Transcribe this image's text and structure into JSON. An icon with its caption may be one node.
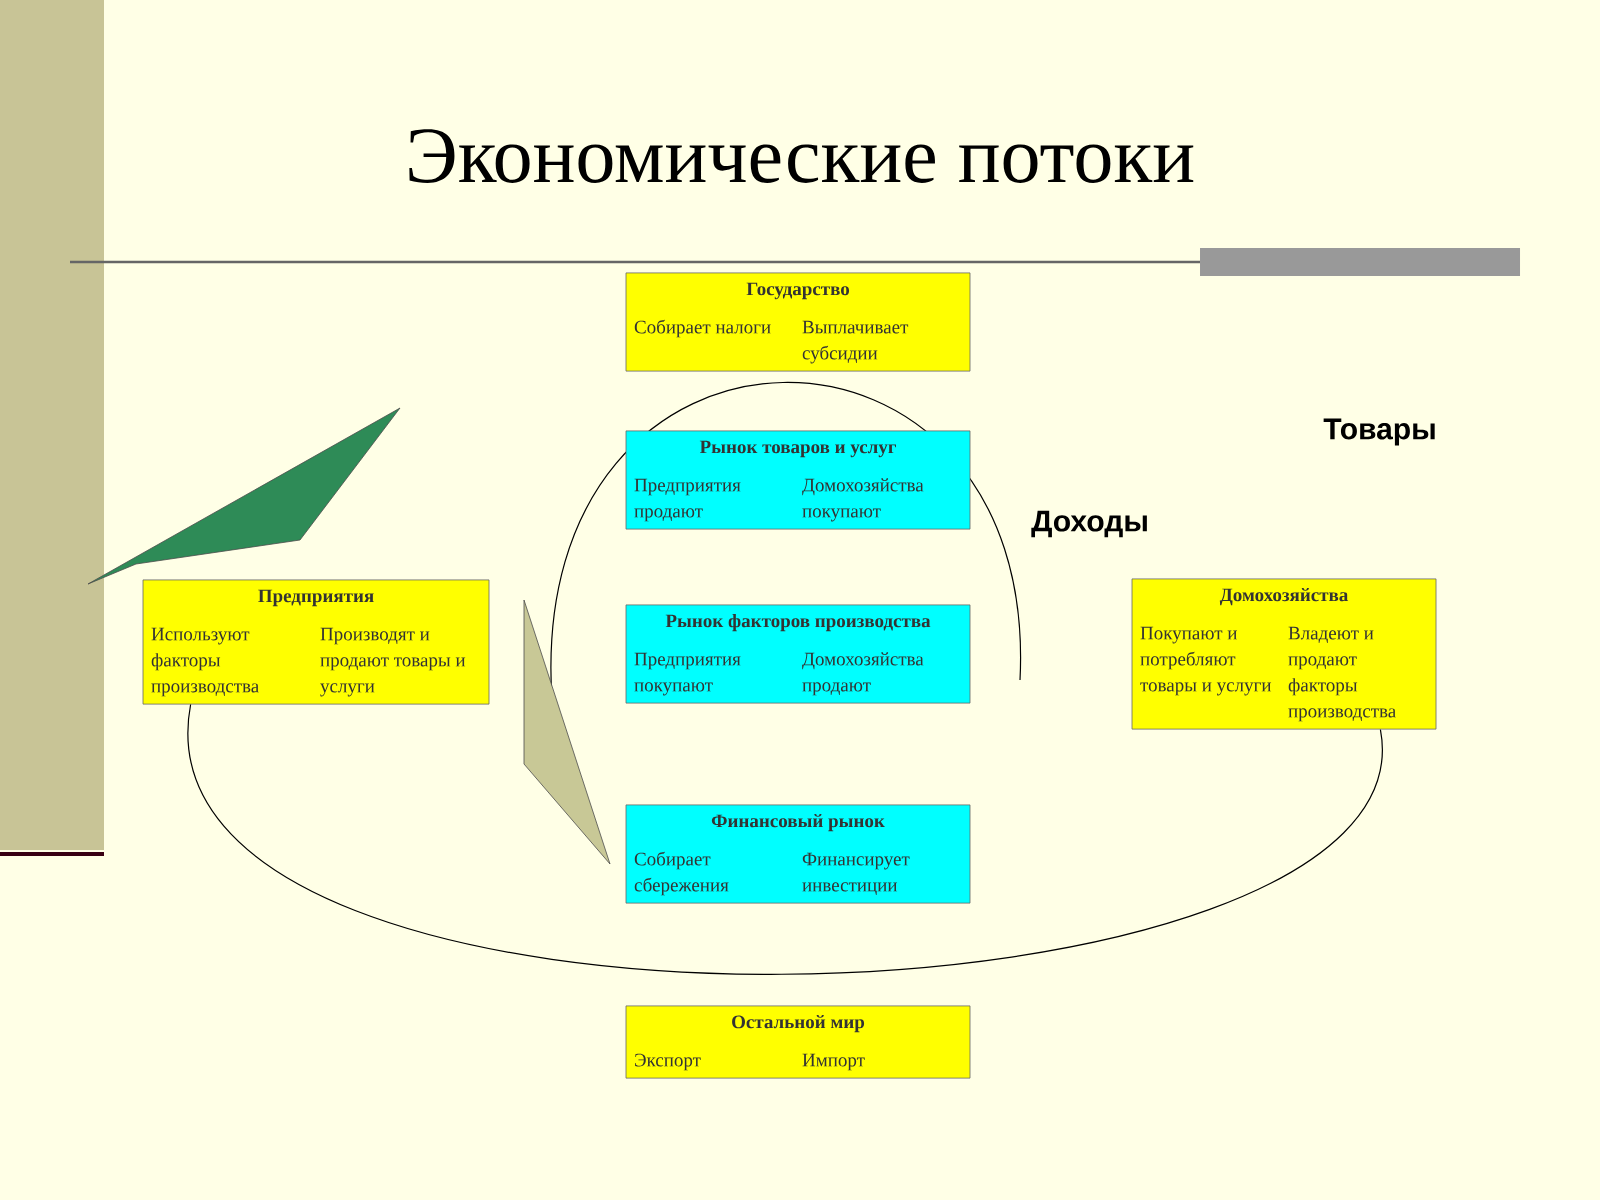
{
  "diagram": {
    "title": "Экономические потоки",
    "nodes": [
      {
        "text": [
          "Государство",
          "Собирает налоги",
          "Выплачивает субсидии"
        ]
      },
      {
        "text": [
          "Рынок товаров и услуг",
          "Предприятия продают",
          "Домохозяйства покупают"
        ]
      },
      {
        "text": [
          "Рынок факторов производства",
          "Предприятия покупают",
          "Домохозяйства продают"
        ]
      },
      {
        "text": [
          "Финансовый рынок",
          "Собирает сбережения",
          "Финансирует инвестиции"
        ]
      },
      {
        "text": [
          "Остальной мир",
          "Экспорт",
          "Импорт"
        ]
      },
      {
        "text": [
          "Предприятия",
          "Используют факторы производства",
          "Производят и продают товары и услуги"
        ]
      },
      {
        "text": [
          "Домохозяйства",
          "Покупают и потребляют товары и услуги",
          "Владеют и продают факторы производства"
        ]
      }
    ],
    "edges": [
      {
        "from": 5,
        "to": 6,
        "arrow": "none"
      }
    ],
    "labels": [
      "Товары",
      "Доходы"
    ]
  }
}
